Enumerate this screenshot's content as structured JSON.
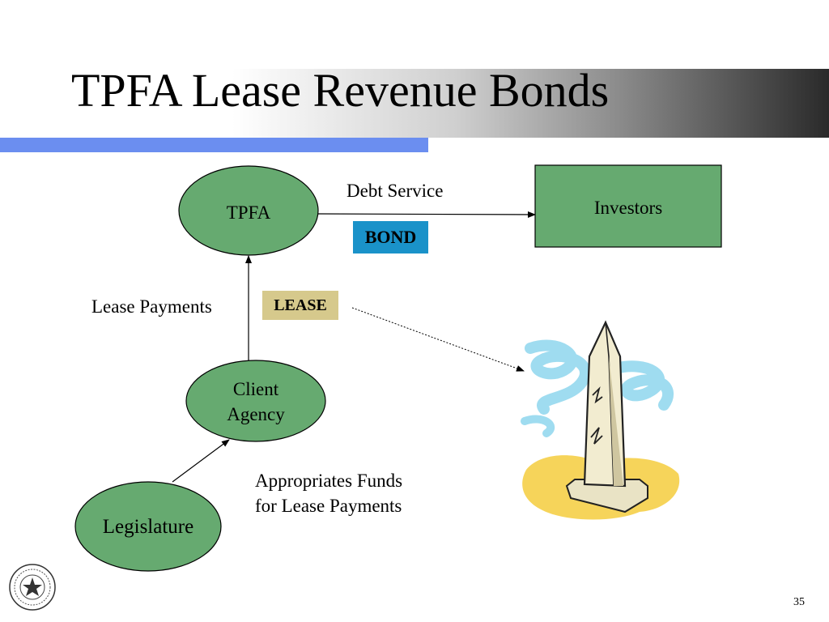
{
  "slide": {
    "title": "TPFA Lease Revenue Bonds",
    "page_number": "35"
  },
  "nodes": {
    "tpfa": "TPFA",
    "investors": "Investors",
    "client_agency_line1": "Client",
    "client_agency_line2": "Agency",
    "legislature": "Legislature"
  },
  "labels": {
    "debt_service": "Debt Service",
    "bond": "BOND",
    "lease_payments": "Lease Payments",
    "lease": "LEASE",
    "appropriates_line1": "Appropriates Funds",
    "appropriates_line2": "for Lease Payments"
  },
  "colors": {
    "node_fill": "#66aa70",
    "bond_tag": "#1a92c9",
    "lease_tag": "#d6c98c",
    "accent_bar": "#6b8ef0"
  },
  "icons": {
    "monument": "monument-clipart-icon",
    "seal": "texas-state-seal-icon"
  }
}
